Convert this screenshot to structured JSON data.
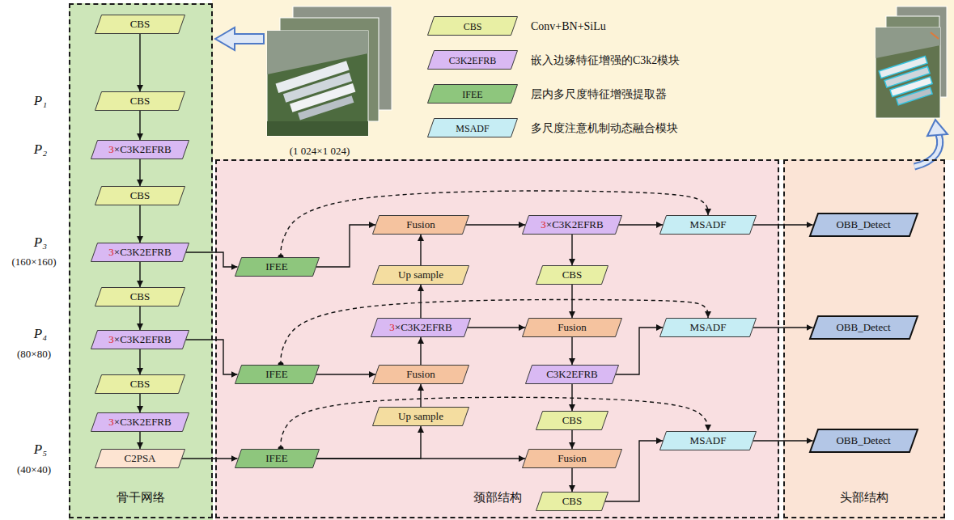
{
  "diagram": {
    "nodes": [
      {
        "text": [
          "骨干网络"
        ]
      },
      {
        "text": [
          "CBS"
        ],
        "in": 0
      },
      {
        "text": [
          "CBS"
        ],
        "in": 0
      },
      {
        "text": [
          "3×C3K2EFRB"
        ],
        "in": 0
      },
      {
        "text": [
          "CBS"
        ],
        "in": 0
      },
      {
        "text": [
          "3×C3K2EFRB"
        ],
        "in": 0
      },
      {
        "text": [
          "CBS"
        ],
        "in": 0
      },
      {
        "text": [
          "3×C3K2EFRB"
        ],
        "in": 0
      },
      {
        "text": [
          "CBS"
        ],
        "in": 0
      },
      {
        "text": [
          "3×C3K2EFRB"
        ],
        "in": 0
      },
      {
        "text": [
          "C2PSA"
        ],
        "in": 0
      },
      {
        "text": [
          "颈部结构"
        ]
      },
      {
        "text": [
          "IFEE"
        ],
        "in": 11
      },
      {
        "text": [
          "IFEE"
        ],
        "in": 11
      },
      {
        "text": [
          "IFEE"
        ],
        "in": 11
      },
      {
        "text": [
          "Fusion"
        ],
        "in": 11
      },
      {
        "text": [
          "Up sample"
        ],
        "in": 11
      },
      {
        "text": [
          "3×C3K2EFRB"
        ],
        "in": 11
      },
      {
        "text": [
          "Fusion"
        ],
        "in": 11
      },
      {
        "text": [
          "Up sample"
        ],
        "in": 11
      },
      {
        "text": [
          "3×C3K2EFRB"
        ],
        "in": 11
      },
      {
        "text": [
          "CBS"
        ],
        "in": 11
      },
      {
        "text": [
          "Fusion"
        ],
        "in": 11
      },
      {
        "text": [
          "C3K2EFRB"
        ],
        "in": 11
      },
      {
        "text": [
          "CBS"
        ],
        "in": 11
      },
      {
        "text": [
          "Fusion"
        ],
        "in": 11
      },
      {
        "text": [
          "CBS"
        ],
        "in": 11
      },
      {
        "text": [
          "MSADF"
        ],
        "in": 11
      },
      {
        "text": [
          "MSADF"
        ],
        "in": 11
      },
      {
        "text": [
          "MSADF"
        ],
        "in": 11
      },
      {
        "text": [
          "头部结构"
        ]
      },
      {
        "text": [
          "OBB_Detect"
        ],
        "in": 30
      },
      {
        "text": [
          "OBB_Detect"
        ],
        "in": 30
      },
      {
        "text": [
          "OBB_Detect"
        ],
        "in": 30
      }
    ],
    "edges": [
      {
        "from": 1,
        "to": 2,
        "arrow": "to"
      },
      {
        "from": 2,
        "to": 3,
        "arrow": "to"
      },
      {
        "from": 3,
        "to": 4,
        "arrow": "to"
      },
      {
        "from": 4,
        "to": 5,
        "arrow": "to"
      },
      {
        "from": 5,
        "to": 6,
        "arrow": "to"
      },
      {
        "from": 6,
        "to": 7,
        "arrow": "to"
      },
      {
        "from": 7,
        "to": 8,
        "arrow": "to"
      },
      {
        "from": 8,
        "to": 9,
        "arrow": "to"
      },
      {
        "from": 9,
        "to": 10,
        "arrow": "to"
      },
      {
        "from": 5,
        "to": 12,
        "arrow": "to"
      },
      {
        "from": 7,
        "to": 13,
        "arrow": "to"
      },
      {
        "from": 10,
        "to": 14,
        "arrow": "to"
      },
      {
        "from": 12,
        "to": 15,
        "arrow": "to"
      },
      {
        "from": 12,
        "to": 27,
        "arrow": "to"
      },
      {
        "from": 13,
        "to": 18,
        "arrow": "to"
      },
      {
        "from": 13,
        "to": 28,
        "arrow": "to"
      },
      {
        "from": 14,
        "to": 25,
        "arrow": "to"
      },
      {
        "from": 14,
        "to": 19,
        "arrow": "to"
      },
      {
        "from": 14,
        "to": 29,
        "arrow": "to"
      },
      {
        "from": 19,
        "to": 18,
        "arrow": "to"
      },
      {
        "from": 18,
        "to": 17,
        "arrow": "to"
      },
      {
        "from": 17,
        "to": 16,
        "arrow": "to"
      },
      {
        "from": 16,
        "to": 15,
        "arrow": "to"
      },
      {
        "from": 17,
        "to": 22,
        "arrow": "to"
      },
      {
        "from": 15,
        "to": 20,
        "arrow": "to"
      },
      {
        "from": 20,
        "to": 27,
        "arrow": "to"
      },
      {
        "from": 20,
        "to": 21,
        "arrow": "to"
      },
      {
        "from": 21,
        "to": 22,
        "arrow": "to"
      },
      {
        "from": 22,
        "to": 23,
        "arrow": "to"
      },
      {
        "from": 23,
        "to": 28,
        "arrow": "to"
      },
      {
        "from": 23,
        "to": 24,
        "arrow": "to"
      },
      {
        "from": 24,
        "to": 25,
        "arrow": "to"
      },
      {
        "from": 25,
        "to": 26,
        "arrow": "to"
      },
      {
        "from": 26,
        "to": 29,
        "arrow": "to"
      },
      {
        "from": 27,
        "to": 31,
        "arrow": "to"
      },
      {
        "from": 28,
        "to": 32,
        "arrow": "to"
      },
      {
        "from": 29,
        "to": 33,
        "arrow": "to"
      }
    ],
    "labels": [
      "P₁",
      "P₂",
      "P₃",
      "(160×160)",
      "P₄",
      "(80×80)",
      "P₅",
      "(40×40)",
      "(1 024×1 024)",
      "CBS",
      "C3K2EFRB",
      "IFEE",
      "MSADF"
    ],
    "legend": [
      {
        "text": "Conv+BN+SiLu",
        "color": "#e8efa4"
      },
      {
        "text": "嵌入边缘特征增强的C3k2模块",
        "color": "#d9b9f3"
      },
      {
        "text": "层内多尺度特征增强提取器",
        "color": "#8ec67d"
      },
      {
        "text": "多尺度注意机制动态融合模块",
        "color": "#c6edf4"
      }
    ]
  }
}
